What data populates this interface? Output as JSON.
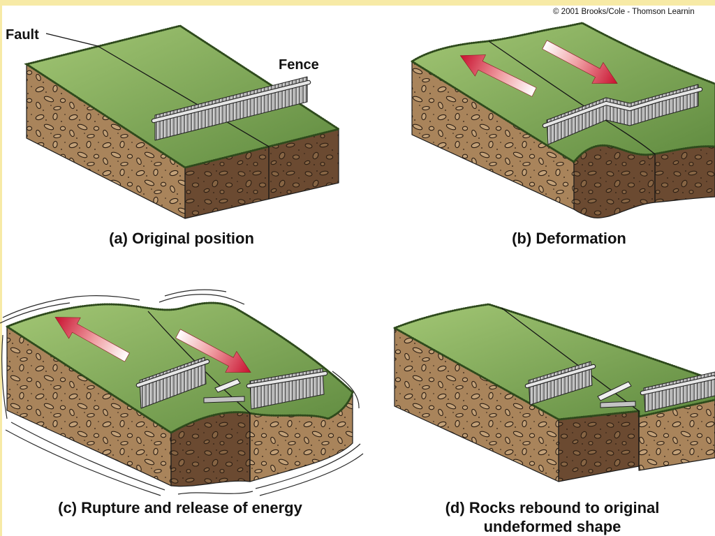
{
  "copyright": "© 2001 Brooks/Cole - Thomson Learnin",
  "labels": {
    "fault": "Fault",
    "fence": "Fence"
  },
  "panels": {
    "a": {
      "caption": "(a) Original position"
    },
    "b": {
      "caption": "(b) Deformation"
    },
    "c": {
      "caption": "(c) Rupture and release of energy"
    },
    "d": {
      "caption_line1": "(d) Rocks rebound to original",
      "caption_line2": "undeformed shape"
    }
  },
  "colors": {
    "grass_light": "#a3c775",
    "grass_dark": "#5f8a3f",
    "soil_light": "#a9845b",
    "soil_dark": "#6b4a31",
    "rock_outline": "#2b1d12",
    "fence": "#b3b3b3",
    "arrow_red": "#c8102e",
    "border_yellow": "#f7eaa6"
  }
}
